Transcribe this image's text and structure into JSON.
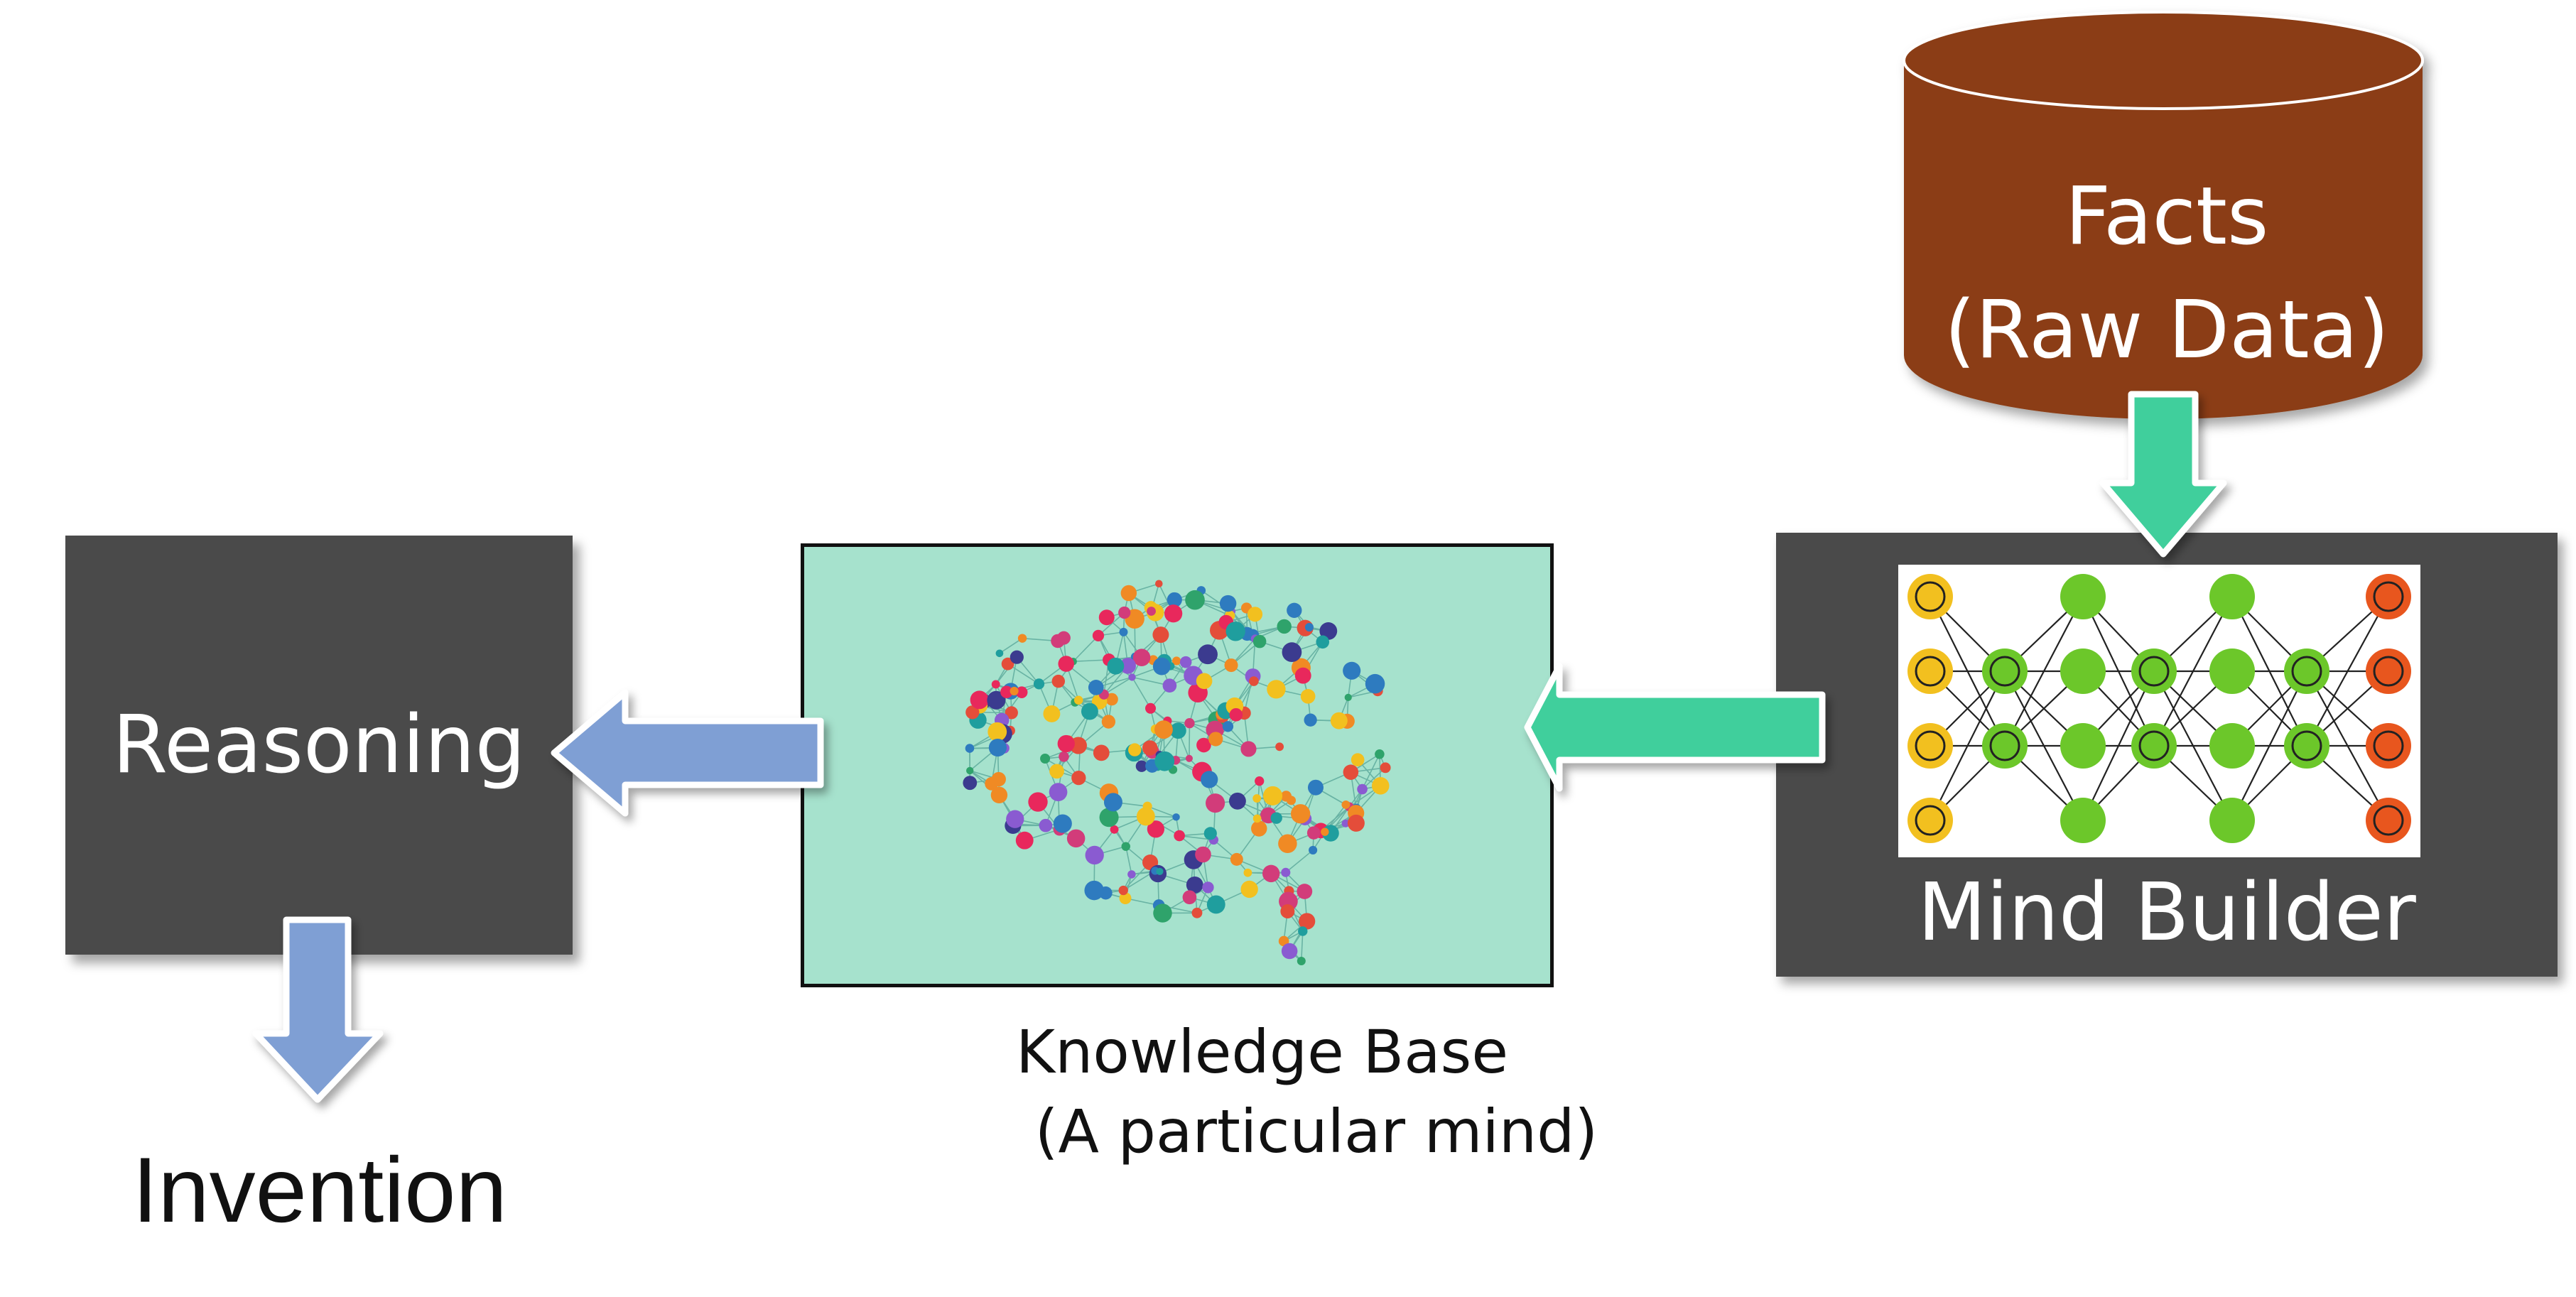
{
  "facts": {
    "line1": "Facts",
    "line2": "(Raw Data)"
  },
  "mind_builder": {
    "label": "Mind Builder"
  },
  "knowledge_base": {
    "line1": "Knowledge Base",
    "line2": " (A particular mind)"
  },
  "reasoning": {
    "label": "Reasoning"
  },
  "invention": {
    "label": "Invention"
  },
  "colors": {
    "cylinder": "#8b3e14",
    "dark_box": "#4a4a4a",
    "teal_arrow": "#3fcf9c",
    "blue_arrow": "#7f9fd4",
    "kb_background": "#a6e2cd",
    "node_yellow": "#f2c01f",
    "node_green": "#6cc72a",
    "node_orange": "#e8561e"
  }
}
